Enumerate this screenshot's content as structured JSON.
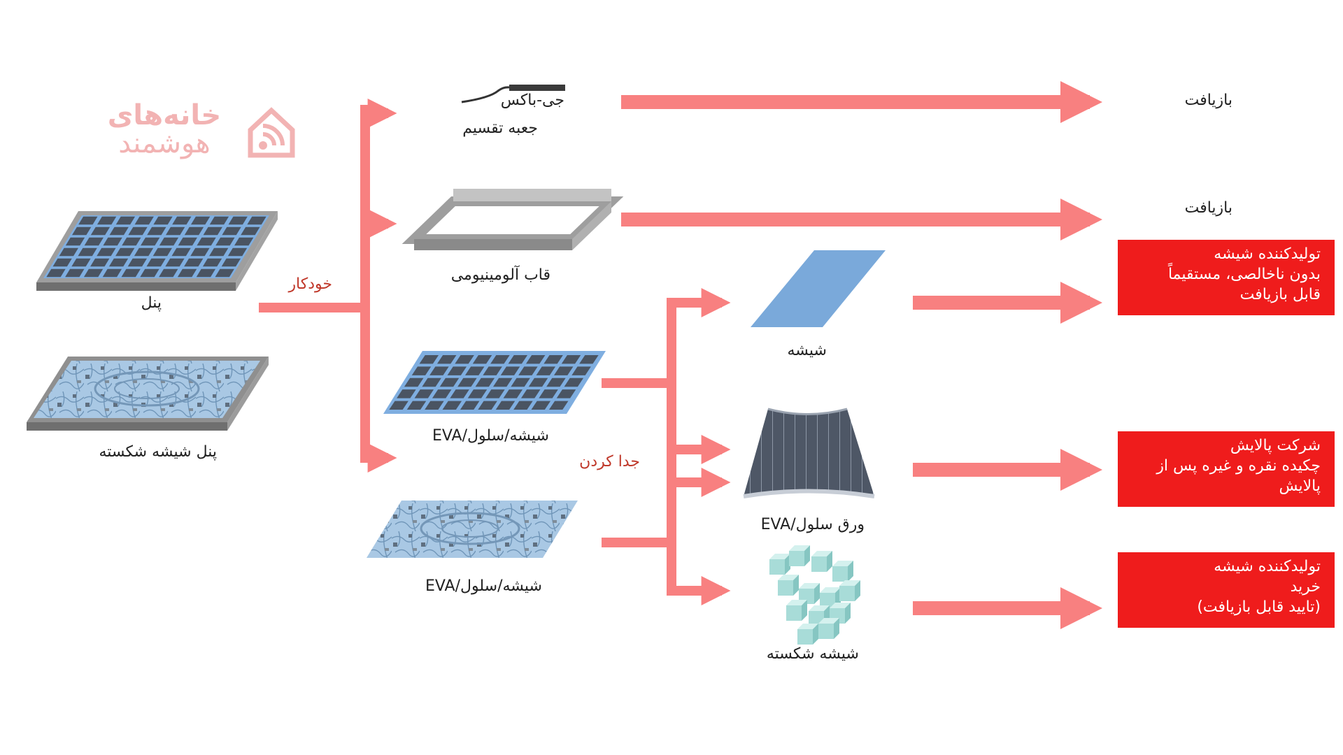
{
  "labels": {
    "jbox": "جی-باکس",
    "junction_box": "جعبه تقسیم",
    "recycle_1": "بازیافت",
    "recycle_2": "بازیافت",
    "aluminum_frame": "قاب آلومینیومی",
    "panel": "پنل",
    "automatic": "خودکار",
    "broken_panel": "پنل شیشه شکسته",
    "glass": "شیشه",
    "glass_cell_eva_1": "شیشه/سلول/EVA",
    "separation": "جدا کردن",
    "glass_cell_eva_2": "شیشه/سلول/EVA",
    "cell_eva_sheet": "ورق سلول/EVA",
    "broken_glass": "شیشه شکسته"
  },
  "boxes": [
    {
      "lines": [
        "تولیدکننده شیشه",
        "بدون ناخالصی، مستقیماً",
        "قابل بازیافت"
      ]
    },
    {
      "lines": [
        "شرکت پالایش",
        "چکیده نقره و غیره پس از",
        "پالایش"
      ]
    },
    {
      "lines": [
        "تولیدکننده شیشه",
        "خرید",
        "(تایید قابل بازیافت)"
      ]
    }
  ],
  "watermark": {
    "top": "خانه‌های",
    "bottom": "هوشمند"
  },
  "colors": {
    "arrow": "#f88080",
    "box": "#ef1c1c",
    "accent_text": "#c0392b",
    "cell": "#4a5462",
    "cell_gap": "#7faee0",
    "frame": "#9e9e9e",
    "glass": "#7aa9da",
    "watermark": "#f2b3b3"
  }
}
